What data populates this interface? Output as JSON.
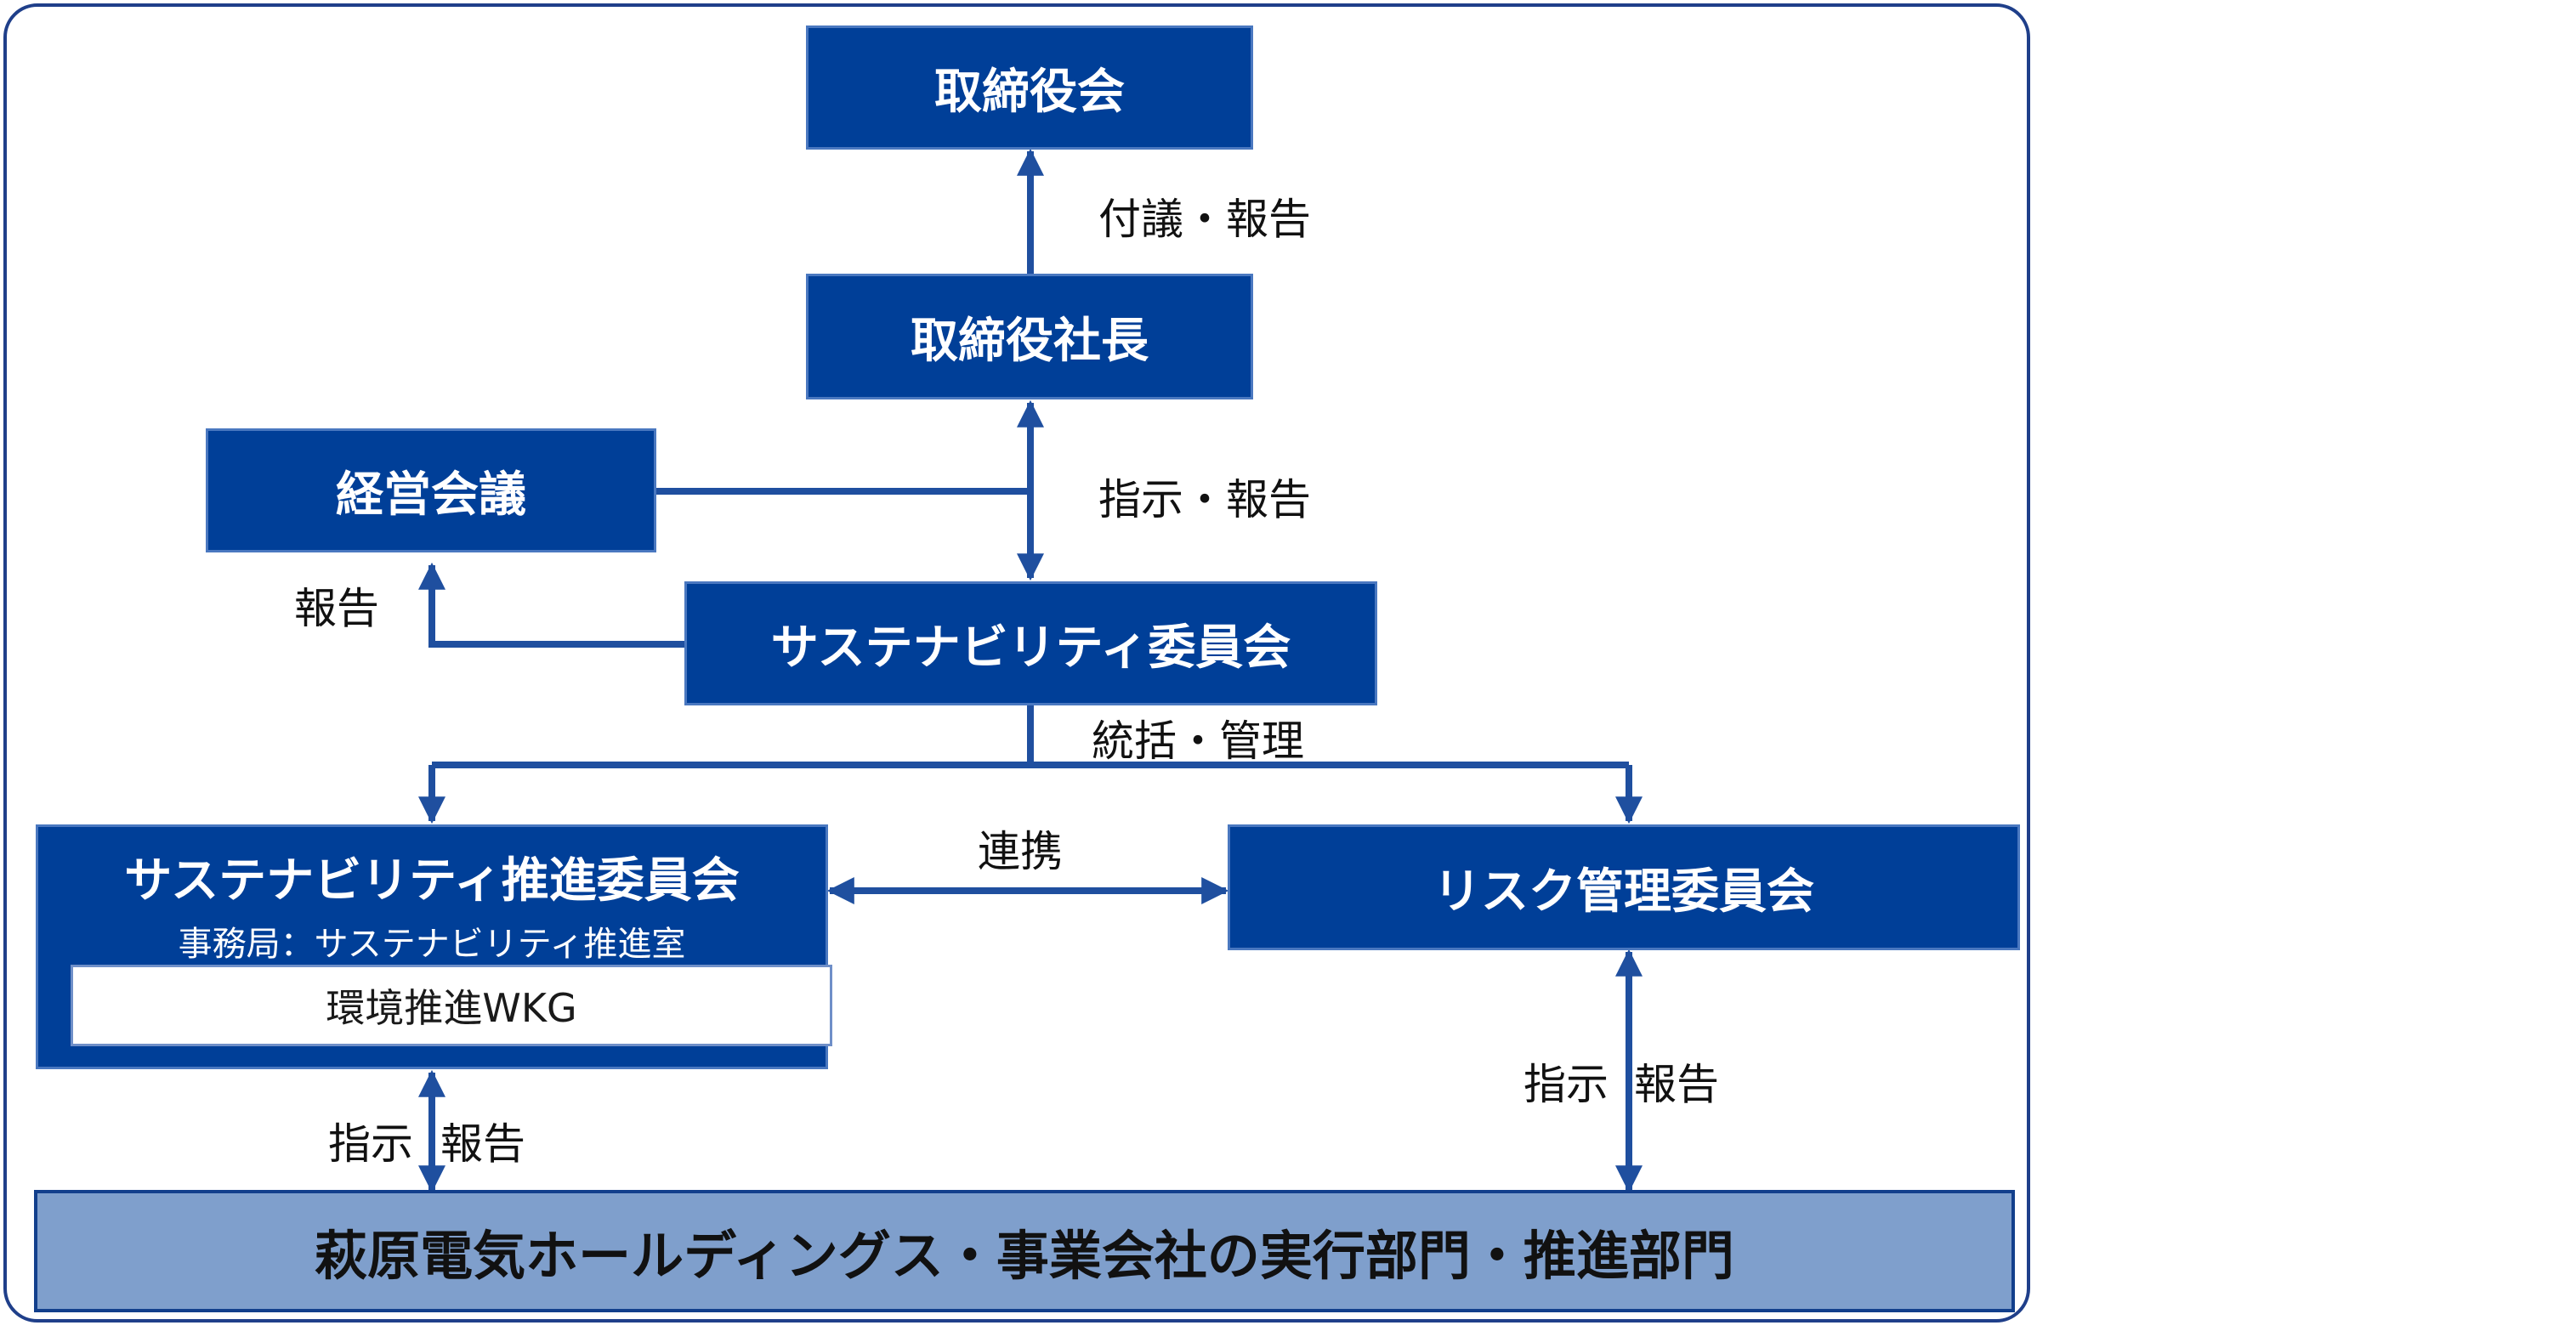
{
  "colors": {
    "box_fill": "#003f98",
    "line": "#1f4f9f",
    "bottom_fill": "#7f9fcc",
    "frame": "#1f3f8a"
  },
  "nodes": {
    "board": "取締役会",
    "president": "取締役社長",
    "management_meeting": "経営会議",
    "sustainability_committee": "サステナビリティ委員会",
    "promotion_committee": {
      "title": "サステナビリティ推進委員会",
      "secretariat": "事務局：サステナビリティ推進室",
      "sub_group": "環境推進WKG"
    },
    "risk_committee": "リスク管理委員会",
    "operating_units": "萩原電気ホールディングス・事業会社の実行部門・推進部門"
  },
  "edges": {
    "president_to_board": "付議・報告",
    "president_to_committee": "指示・報告",
    "committee_to_meeting": "報告",
    "committee_oversight": "統括・管理",
    "cooperation": "連携",
    "promotion_to_units_a": "指示",
    "promotion_to_units_b": "報告",
    "risk_to_units_a": "指示",
    "risk_to_units_b": "報告"
  }
}
